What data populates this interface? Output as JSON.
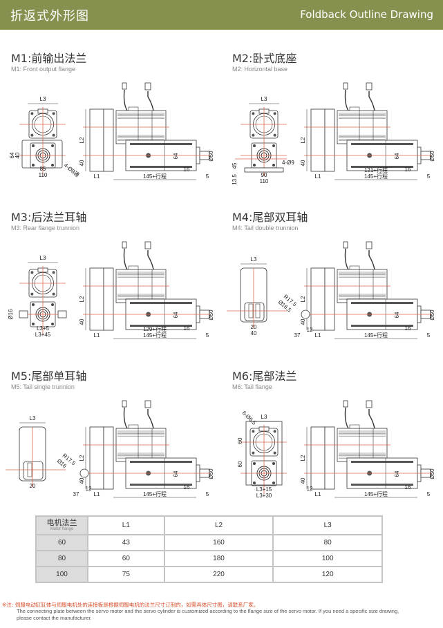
{
  "header": {
    "title_cn": "折返式外形图",
    "title_en": "Foldback Outline Drawing",
    "bg_color": "#87914f"
  },
  "sections": [
    {
      "id": "M1",
      "title": "M1:前输出法兰",
      "subtitle": "M1: Front output flange",
      "front_view": {
        "L3": "L3",
        "dims": [
          "64",
          "40",
          "85",
          "110",
          "4-Ø9通"
        ]
      },
      "side_view": {
        "L2": "L2",
        "h40": "40",
        "L1": "L1",
        "stroke": "145+行程",
        "d16": "16",
        "d5": "5",
        "dia64": "64",
        "dia50": "Ø50"
      }
    },
    {
      "id": "M2",
      "title": "M2:卧式底座",
      "subtitle": "M2: Horizontal base",
      "front_view": {
        "L3": "L3",
        "dims": [
          "45",
          "13.5",
          "90",
          "110",
          "4-Ø9"
        ]
      },
      "side_view": {
        "L2": "L2",
        "h40": "40",
        "L1": "L1",
        "stroke": "145+行程",
        "stroke2": "121+行程",
        "d16": "16",
        "d5": "5",
        "dia64": "64",
        "dia50": "Ø50"
      }
    },
    {
      "id": "M3",
      "title": "M3:后法兰耳轴",
      "subtitle": "M3: Rear flange trunnion",
      "front_view": {
        "L3": "L3",
        "dims": [
          "Ø16",
          "L3+5",
          "L3+45"
        ]
      },
      "side_view": {
        "L2": "L2",
        "h40": "40",
        "L1": "L1",
        "stroke": "145+行程",
        "stroke2": "129+行程",
        "d16": "16",
        "d5": "5",
        "dia64": "64",
        "dia50": "Ø50"
      }
    },
    {
      "id": "M4",
      "title": "M4:尾部双耳轴",
      "subtitle": "M4: Tail double trunnion",
      "front_view": {
        "L3": "L3",
        "dims": [
          "20",
          "40"
        ]
      },
      "side_view": {
        "L2": "L2",
        "h40": "40",
        "L1": "L1",
        "stroke": "145+行程",
        "d16": "16",
        "d5": "5",
        "d12": "12",
        "d37": "37",
        "r": "R17.5",
        "hole": "Ø16.5",
        "dia64": "64",
        "dia50": "Ø50"
      }
    },
    {
      "id": "M5",
      "title": "M5:尾部单耳轴",
      "subtitle": "M5: Tail single trunnion",
      "front_view": {
        "L3": "L3",
        "dims": [
          "20"
        ]
      },
      "side_view": {
        "L2": "L2",
        "h40": "40",
        "L1": "L1",
        "stroke": "145+行程",
        "d16": "16",
        "d5": "5",
        "d12": "12",
        "d37": "37",
        "r": "R17.5",
        "hole": "Ø16",
        "dia64": "64",
        "dia50": "Ø50"
      }
    },
    {
      "id": "M6",
      "title": "M6:尾部法兰",
      "subtitle": "M6: Tail flange",
      "front_view": {
        "L3": "L3",
        "dims": [
          "6-Ø6.5",
          "60",
          "60",
          "L3+15",
          "L3+30"
        ]
      },
      "side_view": {
        "L2": "L2",
        "h40": "40",
        "L1": "L1",
        "stroke": "145+行程",
        "d16": "16",
        "d5": "5",
        "d12": "12",
        "dia64": "64",
        "dia50": "Ø50"
      }
    }
  ],
  "table": {
    "header_cn": "电机法兰",
    "header_en": "Motor flange",
    "columns": [
      "L1",
      "L2",
      "L3"
    ],
    "rows": [
      {
        "flange": "60",
        "values": [
          "43",
          "160",
          "80"
        ]
      },
      {
        "flange": "80",
        "values": [
          "60",
          "180",
          "100"
        ]
      },
      {
        "flange": "100",
        "values": [
          "75",
          "220",
          "120"
        ]
      }
    ]
  },
  "note": {
    "cn": "※注: 伺服电动缸缸体与伺服电机处的连接板是根据伺服电机的法兰尺寸订制的，如需具体尺寸图，请联系厂家。",
    "en": "The connecting plate between the servo motor and the servo cylinder is customized according to the flange size of the servo motor. If you need a specific size drawing, please contact the manufacturer."
  }
}
